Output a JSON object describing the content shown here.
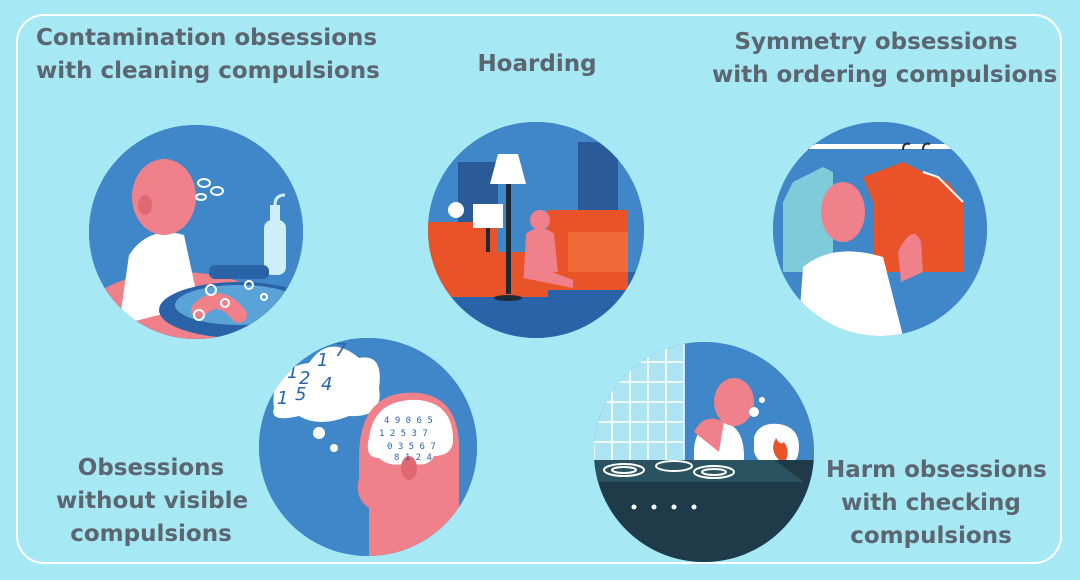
{
  "panels": {
    "contamination": {
      "line1": "Contamination obsessions",
      "line2": "with cleaning compulsions"
    },
    "hoarding": {
      "line1": "Hoarding"
    },
    "symmetry": {
      "line1": "Symmetry obsessions",
      "line2": "with ordering compulsions"
    },
    "obsessions": {
      "line1": "Obsessions",
      "line2": "without visible",
      "line3": "compulsions"
    },
    "harm": {
      "line1": "Harm obsessions",
      "line2": "with checking",
      "line3": "compulsions"
    }
  },
  "thought_numbers": [
    "1",
    "7",
    "1",
    "2",
    "4",
    "1",
    "5"
  ],
  "colors": {
    "background": "#a6e8f4",
    "circle_blue": "#3f87c8",
    "skin_pink": "#f0808a",
    "box_orange": "#e8532a",
    "text_gray": "#5b6670"
  }
}
